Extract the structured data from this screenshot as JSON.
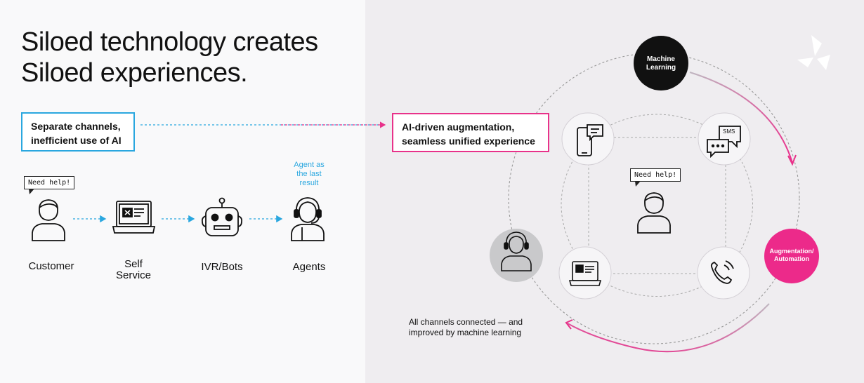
{
  "title": {
    "line1": "Siloed technology creates",
    "line2": "Siloed experiences."
  },
  "left_box": {
    "line1": "Separate channels,",
    "line2": "inefficient use of AI"
  },
  "right_box": {
    "line1": "AI-driven augmentation,",
    "line2": "seamless unified experience"
  },
  "flow": {
    "customer_bubble": "Need help!",
    "customer": "Customer",
    "self_service_line1": "Self",
    "self_service_line2": "Service",
    "ivr": "IVR/Bots",
    "agents": "Agents",
    "agent_note_line1": "Agent as",
    "agent_note_line2": "the last",
    "agent_note_line3": "result"
  },
  "hub": {
    "center_bubble": "Need help!",
    "ml_line1": "Machine",
    "ml_line2": "Learning",
    "aug_line1": "Augmentation/",
    "aug_line2": "Automation",
    "sms": "SMS",
    "caption_line1": "All channels connected — and",
    "caption_line2": "improved by machine learning"
  },
  "colors": {
    "accent_blue": "#2aa7df",
    "accent_pink": "#e8328a",
    "ml_node": "#111111",
    "aug_node": "#ec2a8a"
  },
  "icons": [
    "customer-icon",
    "laptop-icon",
    "robot-icon",
    "headset-agent-icon",
    "mobile-chat-icon",
    "sms-icon",
    "phone-icon",
    "logo-icon"
  ]
}
